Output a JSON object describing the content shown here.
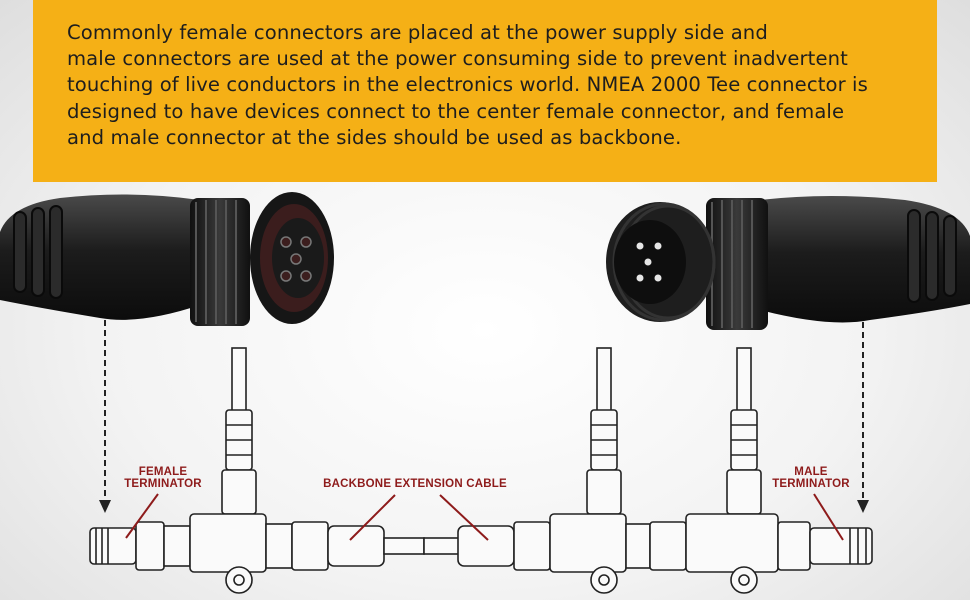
{
  "banner": {
    "lines": [
      "Commonly female connectors are placed at the power supply side and",
      "male connectors are used at the power consuming side to prevent inadvertent",
      "touching of live conductors in the electronics world. NMEA 2000 Tee connector is",
      "designed to have devices connect to the center female connector, and female",
      "and male connector at the sides should be used as backbone."
    ]
  },
  "labels": {
    "female_terminator": [
      "FEMALE",
      "TERMINATOR"
    ],
    "backbone_extension": "BACKBONE EXTENSION CABLE",
    "male_terminator": [
      "MALE",
      "TERMINATOR"
    ]
  },
  "colors": {
    "banner_bg": "#f5b016",
    "label_red": "#8e1b1b",
    "connector_black": "#222222"
  }
}
